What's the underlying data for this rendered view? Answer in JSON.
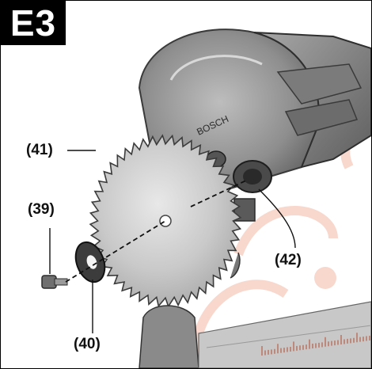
{
  "figure": {
    "label": "E3",
    "callouts": {
      "c39": "(39)",
      "c40": "(40)",
      "c41": "(41)",
      "c42": "(42)"
    }
  },
  "colors": {
    "badge_bg": "#000000",
    "badge_text": "#ffffff",
    "watermark": "#f2a38a",
    "machine_gray": "#9a9a9a"
  }
}
